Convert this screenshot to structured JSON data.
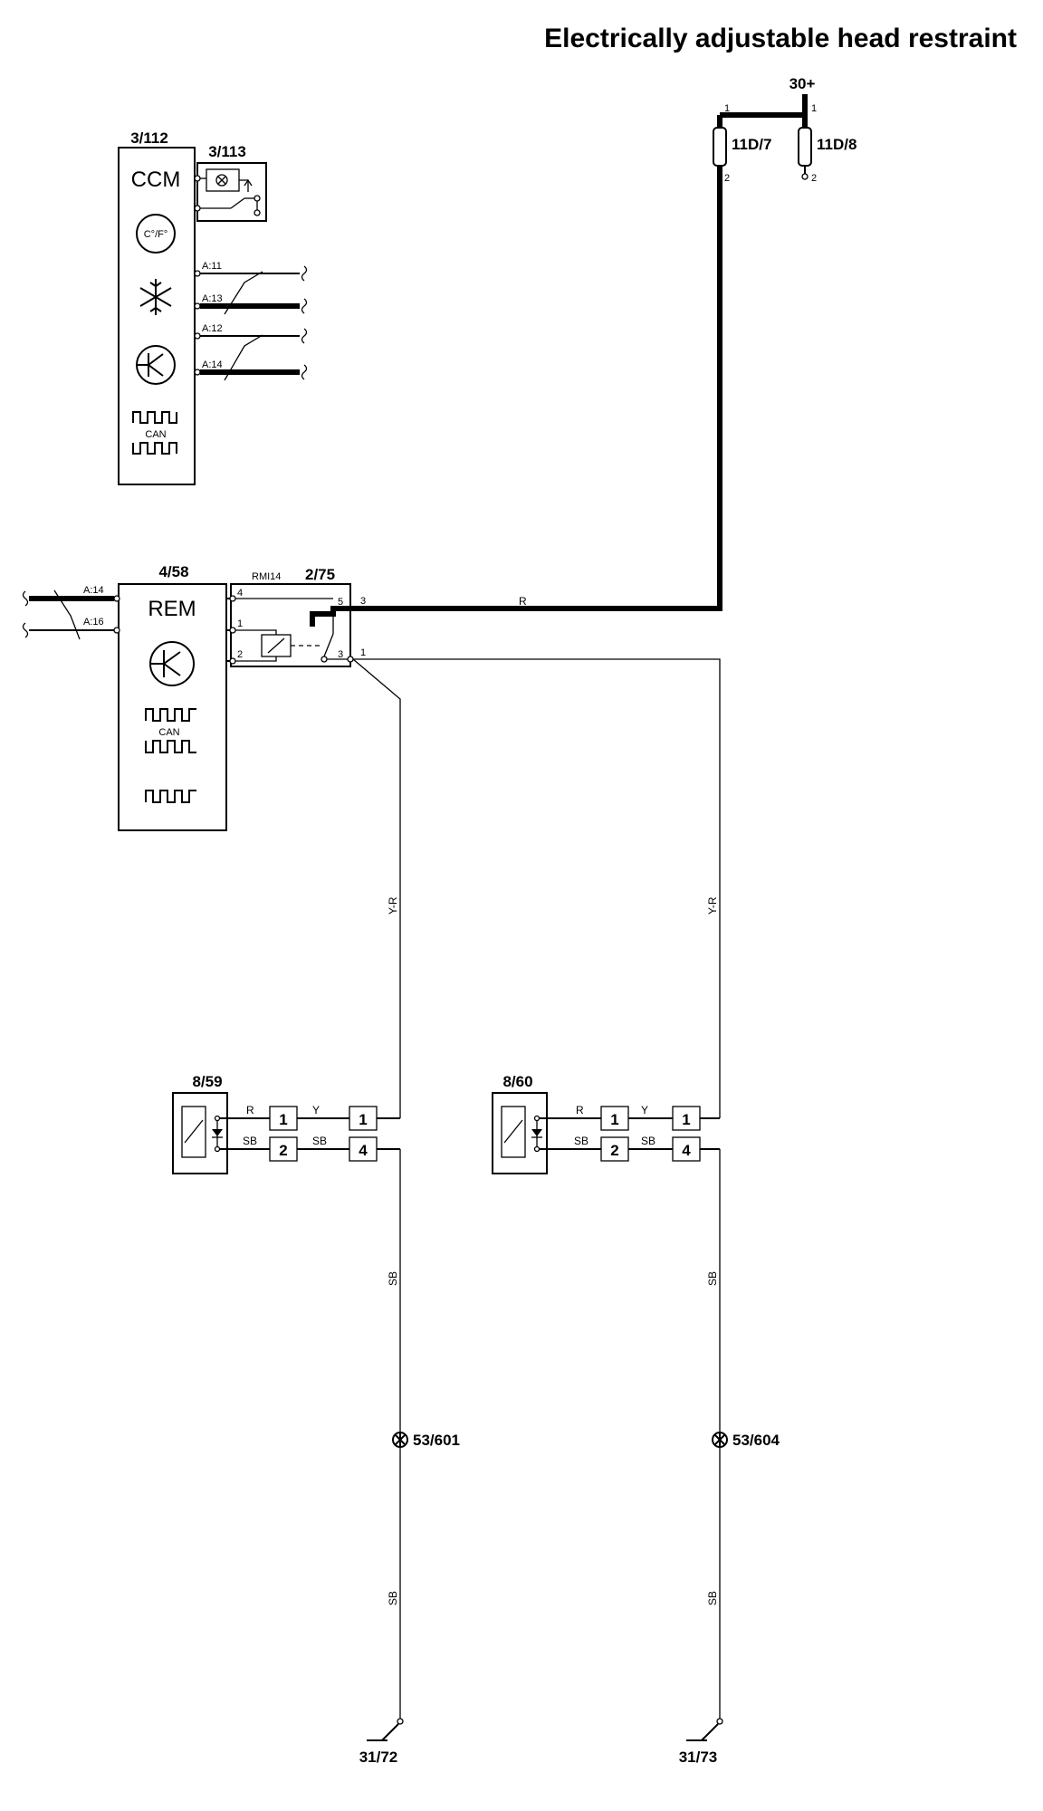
{
  "title": "Electrically adjustable head restraint",
  "power": {
    "label": "30+",
    "fuse_a": "11D/7",
    "fuse_b": "11D/8",
    "pin1": "1",
    "pin2": "2"
  },
  "ccm": {
    "id": "3/112",
    "name": "CCM",
    "temp_symbol": "C°/F°",
    "can": "CAN",
    "switch_id": "3/113",
    "pins": [
      "A:11",
      "A:13",
      "A:12",
      "A:14"
    ]
  },
  "rem": {
    "id": "4/58",
    "name": "REM",
    "can": "CAN",
    "pins": [
      "A:14",
      "A:16"
    ]
  },
  "relay": {
    "id": "2/75",
    "ref": "RMI14",
    "pins": {
      "p4": "4",
      "p1": "1",
      "p2": "2",
      "p5": "5",
      "p3": "3",
      "out3": "3",
      "out1": "1"
    }
  },
  "wire_colors": {
    "r": "R",
    "yr": "Y-R",
    "sb": "SB",
    "y": "Y"
  },
  "motors": [
    {
      "id": "8/59",
      "c1": "1",
      "c2": "2",
      "c3": "1",
      "c4": "4",
      "wire_r": "R",
      "wire_sb": "SB",
      "wire_y": "Y",
      "wire_sb2": "SB"
    },
    {
      "id": "8/60",
      "c1": "1",
      "c2": "2",
      "c3": "1",
      "c4": "4",
      "wire_r": "R",
      "wire_sb": "SB",
      "wire_y": "Y",
      "wire_sb2": "SB"
    }
  ],
  "splices": [
    "53/601",
    "53/604"
  ],
  "grounds": [
    "31/72",
    "31/73"
  ]
}
